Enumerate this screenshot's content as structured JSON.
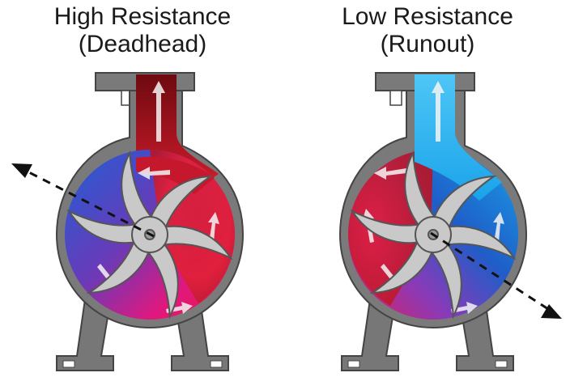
{
  "diagrams": [
    {
      "title_line1": "High Resistance",
      "title_line2": "(Deadhead)",
      "gradient": [
        "#7a0c12",
        "#d41a2e",
        "#e8123a",
        "#2a68d8",
        "#6b3fb8",
        "#e01a8a"
      ],
      "arrow_direction": "up-left"
    },
    {
      "title_line1": "Low Resistance",
      "title_line2": "(Runout)",
      "gradient": [
        "#5cc7f5",
        "#1fa6ea",
        "#1a5fc8",
        "#e0204a",
        "#8a3ab8",
        "#e83a8a"
      ],
      "arrow_direction": "down-right"
    }
  ],
  "colors": {
    "casing": "#7a7a7a",
    "casing_dark": "#555555",
    "impeller": "#c8c8c8",
    "arrow_line": "#111111"
  }
}
